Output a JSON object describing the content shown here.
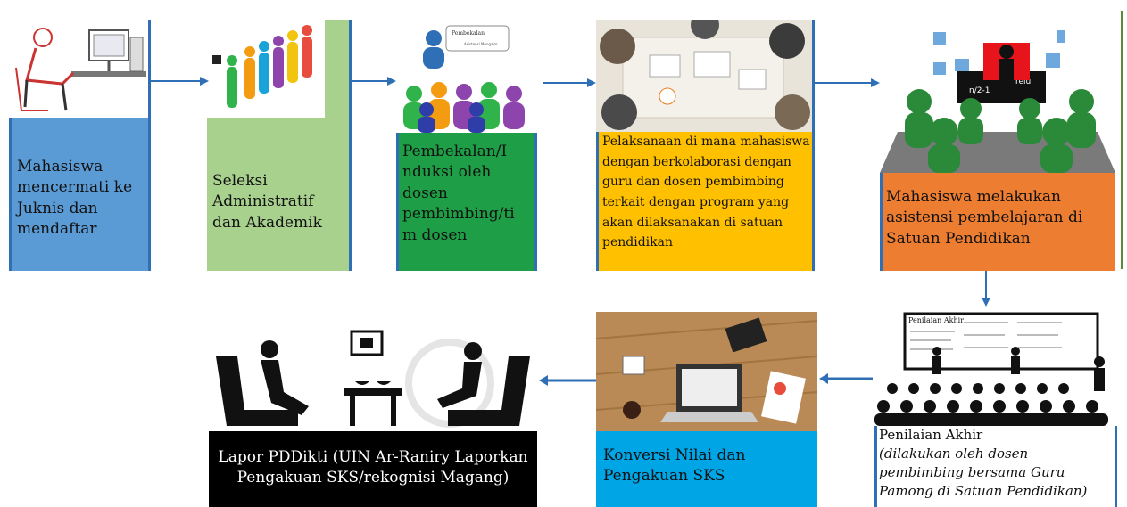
{
  "steps": {
    "s1": {
      "text": "Mahasiswa mencermati ke Juknis dan mendaftar",
      "color": "#5b9bd5"
    },
    "s2": {
      "text": "Seleksi Administratif dan Akademik",
      "color": "#a9d18e"
    },
    "s3": {
      "text": "Pembekalan/I nduksi oleh dosen pembimbing/ti m dosen",
      "color": "#1e9e46",
      "bubble_title": "Pembekalan",
      "bubble_sub": "Asistensi Mengajar"
    },
    "s4": {
      "text": "Pelaksanaan di mana mahasiswa dengan berkolaborasi dengan guru dan dosen pembimbing terkait dengan program yang akan dilaksanakan di satuan pendidikan",
      "color": "#ffc000"
    },
    "s5": {
      "text": "Mahasiswa melakukan asistensi pembelajaran di Satuan Pendidikan",
      "color": "#ed7d31",
      "board_left": "n/2-1",
      "board_right": "relu"
    },
    "s6": {
      "title": "Penilaian Akhir",
      "subtitle": "(dilakukan oleh dosen pembimbing bersama Guru Pamong di Satuan Pendidikan)",
      "board_heading": "Penilaian Akhir"
    },
    "s7": {
      "text": "Konversi Nilai dan Pengakuan SKS",
      "color": "#00a5e6"
    },
    "s8": {
      "text": "Lapor PDDikti (UIN Ar-Raniry Laporkan Pengakuan SKS/rekognisi Magang)",
      "color": "#000000"
    }
  },
  "colors": {
    "connector": "#2f6fb5"
  }
}
